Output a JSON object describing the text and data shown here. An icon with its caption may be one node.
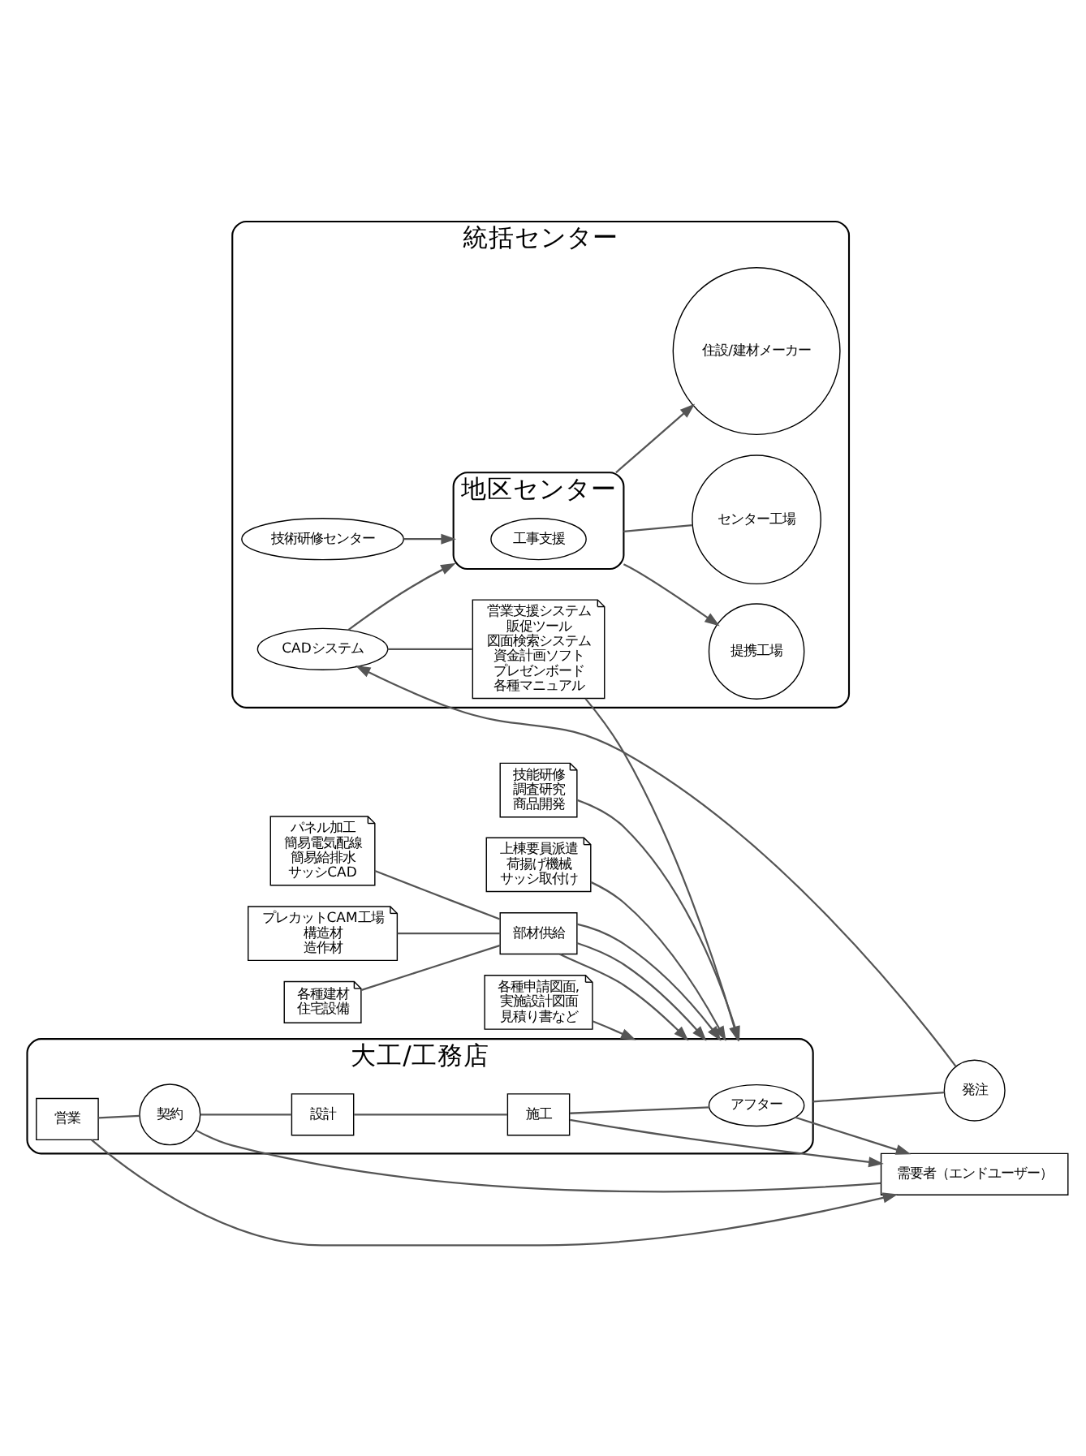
{
  "diagram": {
    "nodes": [
      {
        "text": [
          "統括センター"
        ]
      },
      {
        "text": [
          "技術研修センター"
        ],
        "in": 0
      },
      {
        "text": [
          "技能研修",
          "調査研究",
          "商品開発"
        ]
      },
      {
        "text": [
          "地区センター"
        ],
        "in": 0
      },
      {
        "text": [
          "工事支援"
        ],
        "in": 3
      },
      {
        "text": [
          "上棟要員派遣",
          "荷揚げ機械",
          "サッシ取付け"
        ]
      },
      {
        "text": [
          "住設/建材メーカー"
        ],
        "in": 0
      },
      {
        "text": [
          "各種建材",
          "住宅設備"
        ]
      },
      {
        "text": [
          "提携工場"
        ],
        "in": 0
      },
      {
        "text": [
          "パネル加工",
          "簡易電気配線",
          "簡易給排水",
          "サッシCAD"
        ]
      },
      {
        "text": [
          "センター工場"
        ],
        "in": 0
      },
      {
        "text": [
          "プレカットCAM工場",
          "構造材",
          "造作材"
        ]
      },
      {
        "text": [
          "部材供給"
        ]
      },
      {
        "text": [
          "CADシステム"
        ],
        "in": 0
      },
      {
        "text": [
          "各種申請図面,",
          "実施設計図面",
          "見積り書など"
        ]
      },
      {
        "text": [
          "発注"
        ]
      },
      {
        "text": [
          "営業支援システム",
          "販促ツール",
          "図面検索システム",
          "資金計画ソフト",
          "プレゼンボード",
          "各種マニュアル"
        ],
        "in": 0
      },
      {
        "text": [
          "大工/工務店"
        ]
      },
      {
        "text": [
          "アフター"
        ],
        "in": 17
      },
      {
        "text": [
          "施工"
        ],
        "in": 17
      },
      {
        "text": [
          "設計"
        ],
        "in": 17
      },
      {
        "text": [
          "契約"
        ],
        "in": 17
      },
      {
        "text": [
          "営業"
        ],
        "in": 17
      },
      {
        "text": [
          "需要者（エンドユーザー）"
        ]
      }
    ],
    "edges": [
      {
        "from": 1,
        "to": 3,
        "arrow": "to"
      },
      {
        "from": 2,
        "to": 17,
        "arrow": "to"
      },
      {
        "from": 5,
        "to": 17,
        "arrow": "to"
      },
      {
        "from": 3,
        "to": 6,
        "arrow": "to"
      },
      {
        "from": 3,
        "to": 8,
        "arrow": "to"
      },
      {
        "from": 3,
        "to": 10,
        "arrow": "none"
      },
      {
        "from": 7,
        "to": 12,
        "arrow": "none"
      },
      {
        "from": 9,
        "to": 12,
        "arrow": "none"
      },
      {
        "from": 11,
        "to": 12,
        "arrow": "none"
      },
      {
        "from": 12,
        "to": 17,
        "arrow": "to"
      },
      {
        "from": 12,
        "to": 17,
        "arrow": "to"
      },
      {
        "from": 12,
        "to": 17,
        "arrow": "to"
      },
      {
        "from": 13,
        "to": 3,
        "arrow": "to"
      },
      {
        "from": 14,
        "to": 17,
        "arrow": "to"
      },
      {
        "from": 17,
        "to": 15,
        "arrow": "none"
      },
      {
        "from": 15,
        "to": 13,
        "arrow": "to"
      },
      {
        "from": 13,
        "to": 16,
        "arrow": "none"
      },
      {
        "from": 16,
        "to": 17,
        "arrow": "to"
      },
      {
        "from": 18,
        "to": 23,
        "arrow": "to"
      },
      {
        "from": 19,
        "to": 18,
        "arrow": "none"
      },
      {
        "from": 20,
        "to": 19,
        "arrow": "none"
      },
      {
        "from": 21,
        "to": 20,
        "arrow": "none"
      },
      {
        "from": 22,
        "to": 21,
        "arrow": "none"
      },
      {
        "from": 21,
        "to": 23,
        "arrow": "none"
      },
      {
        "from": 19,
        "to": 23,
        "arrow": "to"
      },
      {
        "from": 22,
        "to": 23,
        "arrow": "to"
      }
    ]
  }
}
